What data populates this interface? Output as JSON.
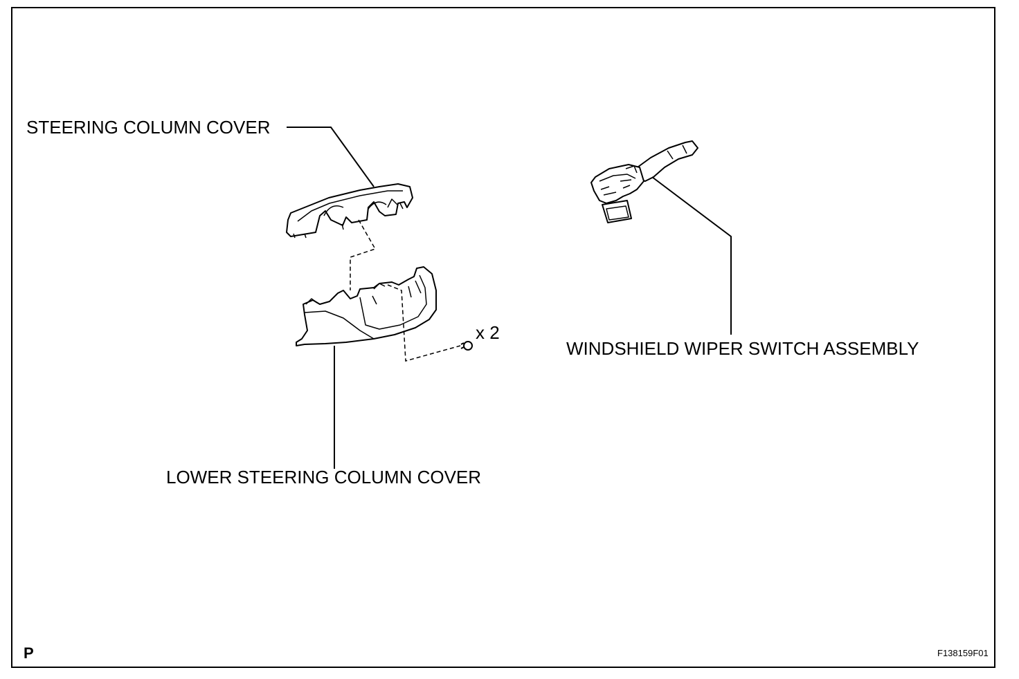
{
  "labels": {
    "steering_column_cover": "STEERING COLUMN COVER",
    "lower_steering_column_cover": "LOWER STEERING COLUMN COVER",
    "windshield_wiper_switch_assembly": "WINDSHIELD WIPER SWITCH ASSEMBLY",
    "screw_quantity": "x 2"
  },
  "corner": {
    "page_mark": "P",
    "figure_code": "F138159F01"
  }
}
